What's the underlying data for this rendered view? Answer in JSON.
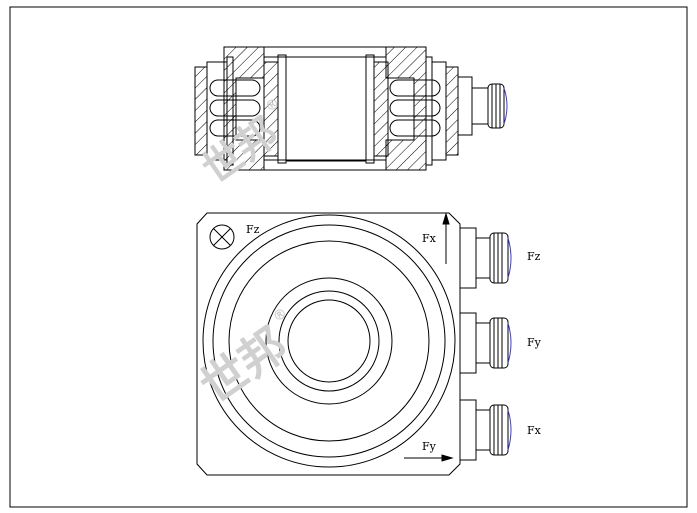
{
  "labels": {
    "fz_corner": "Fz",
    "fx_arrow": "Fx",
    "fy_arrow": "Fy",
    "connector_top": "Fz",
    "connector_mid": "Fy",
    "connector_bottom": "Fx"
  },
  "watermark": {
    "text": "世邦",
    "mark": "®"
  },
  "colors": {
    "line": "#000000",
    "hatch": "#000000",
    "connector_accent": "#3b3bd6",
    "watermark": "#d0d0d0"
  }
}
